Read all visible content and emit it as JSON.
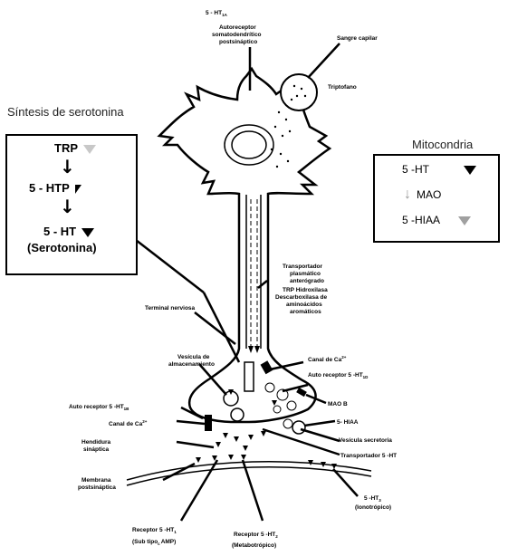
{
  "labels": {
    "ht1a": "5 - HT",
    "ht1a_sub": "1A",
    "autoreceptor_soma": "Autoreceptor",
    "autoreceptor_soma_2": "somatodendrítico",
    "autoreceptor_soma_3": "postsináptico",
    "sangre_capilar": "Sangre capilar",
    "triptofano": "Triptofano",
    "transportador_1": "Transportador",
    "transportador_2": "plasmático",
    "transportador_3": "anterógrado",
    "transportador_4": "TRP Hidroxilasa",
    "transportador_5": "Descarboxilasa de",
    "transportador_6": "aminoácidos",
    "transportador_7": "aromáticos",
    "terminal_nerviosa": "Terminal nerviosa",
    "canal_ca_top": "Canal de Ca",
    "canal_ca_top_sup": "2+",
    "auto_receptor_1d": "Auto receptor 5 -HT",
    "auto_receptor_1d_sub": "1D",
    "vesicula_almac_1": "Vesícula de",
    "vesicula_almac_2": "almacenamiento",
    "mao_b": "MAO B",
    "auto_receptor_1b": "Auto receptor 5 -HT",
    "auto_receptor_1b_sub": "1B",
    "hiaa_label": "5- HIAA",
    "canal_ca_left": "Canal de Ca",
    "canal_ca_left_sup": "2+",
    "vesicula_secretora": "Vesícula secretoria",
    "hendidura_1": "Hendidura",
    "hendidura_2": "sináptica",
    "transportador_5ht": "Transportador  5 -HT",
    "membrana_1": "Membrana",
    "membrana_2": "postsináptica",
    "ht3_label": "5 -HT",
    "ht3_sub": "3",
    "ht3_paren": "(Ionotrópico)",
    "receptor1_1": "Receptor 5 -HT",
    "receptor1_sub": "1",
    "receptor1_2": "(Sub tipo",
    "receptor1_2b": "c",
    "receptor1_2c": "AMP)",
    "receptor2_1": "Receptor 5 -HT",
    "receptor2_sub": "2",
    "receptor2_2": "(Metabotrópico)"
  },
  "synthesis": {
    "heading": "Síntesis de serotonina",
    "trp": "TRP",
    "htp": "5 - HTP",
    "ht": "5 - HT",
    "serotonina": "(Serotonina)",
    "arrow1": "↓",
    "arrow2": "↓"
  },
  "mito": {
    "heading": "Mitocondria",
    "row1": "5 -HT",
    "arrow": "↓",
    "row2": "MAO",
    "row3": "5 -HIAA"
  },
  "colors": {
    "line": "#000000",
    "gray_triangle": "#a0a0a0",
    "light_triangle": "#c8c8c8"
  }
}
